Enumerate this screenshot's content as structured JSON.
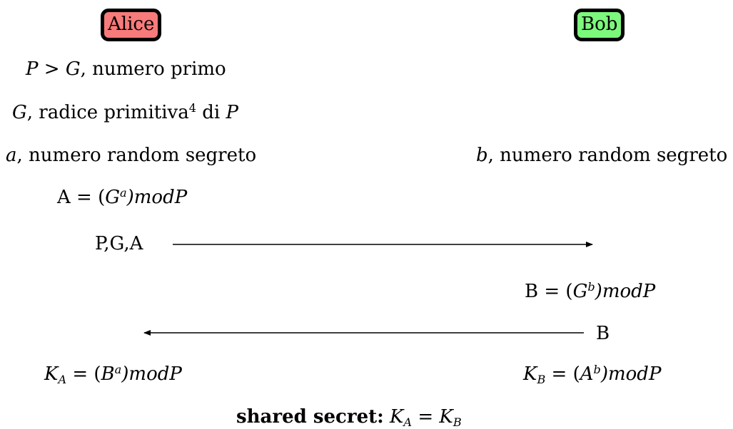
{
  "actors": {
    "alice": {
      "label": "Alice",
      "color": "#f87a7a"
    },
    "bob": {
      "label": "Bob",
      "color": "#7cf87c"
    }
  },
  "alice_steps": {
    "p_var": "P",
    "gt": " > ",
    "g_var": "G",
    "prime_text": ", numero primo",
    "g_var2": "G",
    "root_text": ", radice primitiva",
    "footnote": "4",
    "di_text": " di ",
    "p_var2": "P",
    "a_var": "a",
    "secret_text": ", numero random segreto",
    "A_lhs": "A = (",
    "A_base": "G",
    "A_exp": "a",
    "A_rhs": ")modP"
  },
  "bob_steps": {
    "b_var": "b",
    "secret_text": ", numero random segreto",
    "B_lhs": "B = (",
    "B_base": "G",
    "B_exp": "b",
    "B_rhs": ")modP"
  },
  "messages": {
    "to_bob": "P,G,A",
    "to_alice": "B"
  },
  "keys": {
    "ka_K": "K",
    "ka_sub": "A",
    "ka_eq": " = (",
    "ka_base": "B",
    "ka_exp": "a",
    "ka_rhs": ")modP",
    "kb_K": "K",
    "kb_sub": "B",
    "kb_eq": " = (",
    "kb_base": "A",
    "kb_exp": "b",
    "kb_rhs": ")modP"
  },
  "shared": {
    "label": "shared secret:",
    "k1": "K",
    "s1": "A",
    "eq": " = ",
    "k2": "K",
    "s2": "B"
  }
}
